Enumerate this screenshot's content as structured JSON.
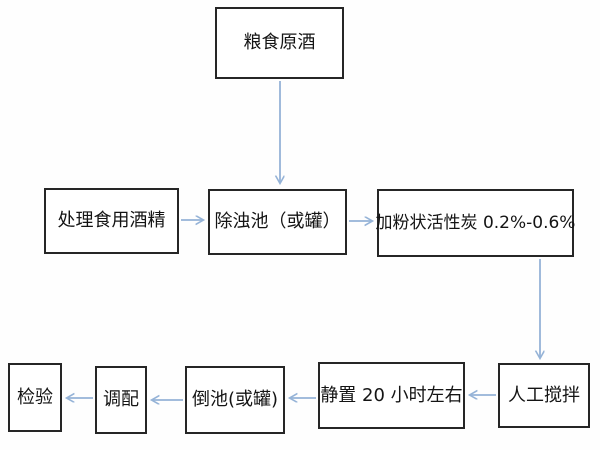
{
  "diagram": {
    "background_color": "#ffffff",
    "box_border_color": "#262626",
    "arrow_color": "#95b3d7",
    "nodes": [
      {
        "id": "grain-wine",
        "label": "粮食原酒"
      },
      {
        "id": "treated-alcohol",
        "label": "处理食用酒精"
      },
      {
        "id": "deturbid-pool",
        "label": "除浊池（或罐）"
      },
      {
        "id": "activated-carbon",
        "label": "加粉状活性炭 0.2%-0.6%"
      },
      {
        "id": "manual-stir",
        "label": "人工搅拌"
      },
      {
        "id": "stand-still",
        "label": "静置 20 小时左右"
      },
      {
        "id": "pour-pool",
        "label": "倒池(或罐)"
      },
      {
        "id": "blend",
        "label": "调配"
      },
      {
        "id": "inspect",
        "label": "检验"
      }
    ],
    "edges": [
      {
        "from": "grain-wine",
        "to": "deturbid-pool",
        "direction": "down"
      },
      {
        "from": "treated-alcohol",
        "to": "deturbid-pool",
        "direction": "right"
      },
      {
        "from": "deturbid-pool",
        "to": "activated-carbon",
        "direction": "right"
      },
      {
        "from": "activated-carbon",
        "to": "manual-stir",
        "direction": "down"
      },
      {
        "from": "manual-stir",
        "to": "stand-still",
        "direction": "left"
      },
      {
        "from": "stand-still",
        "to": "pour-pool",
        "direction": "left"
      },
      {
        "from": "pour-pool",
        "to": "blend",
        "direction": "left"
      },
      {
        "from": "blend",
        "to": "inspect",
        "direction": "left"
      }
    ]
  }
}
